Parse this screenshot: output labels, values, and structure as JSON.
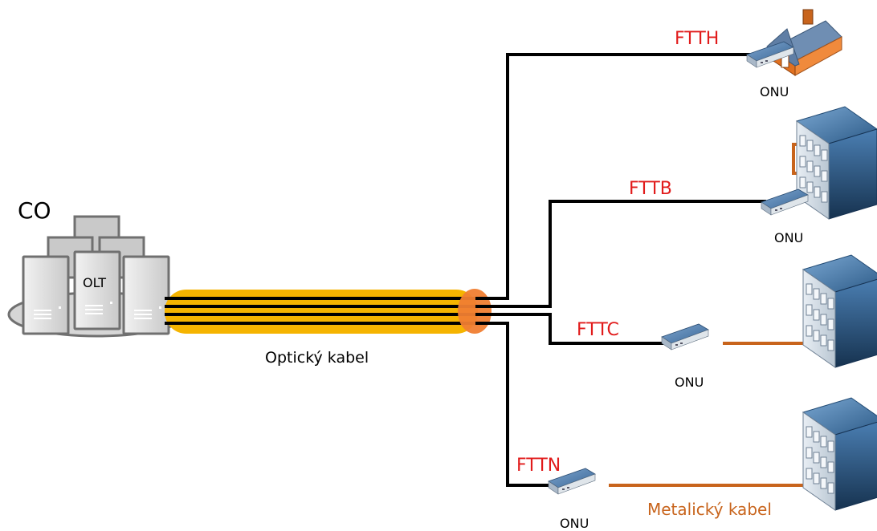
{
  "co_label": "CO",
  "olt_label": "OLT",
  "fiber_label": "Optický kabel",
  "copper_label": "Metalický kabel",
  "branches": [
    {
      "type": "FTTH",
      "onu_label": "ONU"
    },
    {
      "type": "FTTB",
      "onu_label": "ONU"
    },
    {
      "type": "FTTC",
      "onu_label": "ONU"
    },
    {
      "type": "FTTN",
      "onu_label": "ONU"
    }
  ],
  "colors": {
    "branch_label": "#e11b1b",
    "copper": "#c8641c",
    "fiber_jacket": "#f5b400",
    "splitter": "#f07e32",
    "fiber": "#000000"
  }
}
